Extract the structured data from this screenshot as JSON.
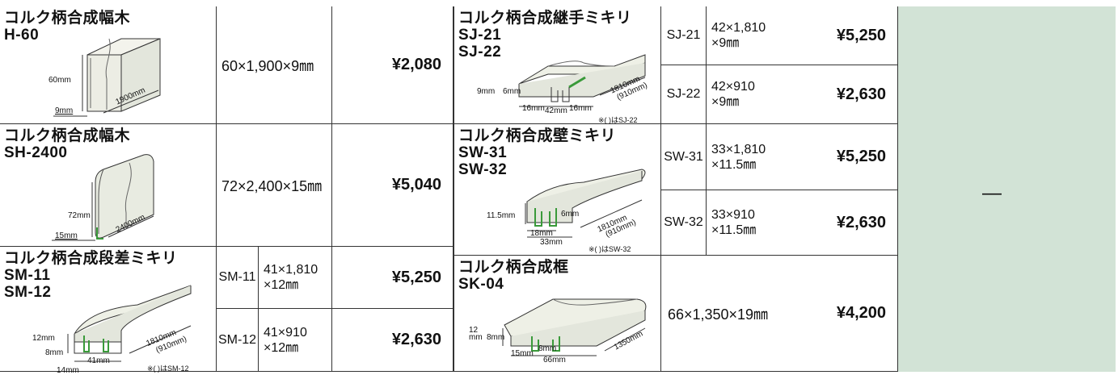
{
  "products": [
    {
      "name": "コルク柄合成幅木\nH-60",
      "dims": [
        "60mm",
        "9mm",
        "1900mm"
      ],
      "spec": "60×1,900×9㎜",
      "price": "¥2,080"
    },
    {
      "name": "コルク柄合成幅木\nSH-2400",
      "dims": [
        "72mm",
        "15mm",
        "2400mm"
      ],
      "spec": "72×2,400×15㎜",
      "price": "¥5,040"
    },
    {
      "name": "コルク柄合成段差ミキリ\nSM-11\nSM-12",
      "dims": [
        "12mm",
        "8mm",
        "41mm",
        "14mm",
        "1810mm",
        "(910mm)"
      ],
      "note": "※(  )はSM-12",
      "variants": [
        {
          "code": "SM-11",
          "spec1": "41×1,810",
          "spec2": "×12㎜",
          "price": "¥5,250"
        },
        {
          "code": "SM-12",
          "spec1": "41×910",
          "spec2": "×12㎜",
          "price": "¥2,630"
        }
      ]
    },
    {
      "name": "コルク柄合成継手ミキリ\nSJ-21\nSJ-22",
      "dims": [
        "9mm",
        "6mm",
        "16mm",
        "42mm",
        "16mm",
        "1810mm",
        "(910mm)"
      ],
      "note": "※(  )はSJ-22",
      "variants": [
        {
          "code": "SJ-21",
          "spec1": "42×1,810",
          "spec2": "×9㎜",
          "price": "¥5,250"
        },
        {
          "code": "SJ-22",
          "spec1": "42×910",
          "spec2": "×9㎜",
          "price": "¥2,630"
        }
      ]
    },
    {
      "name": "コルク柄合成壁ミキリ\nSW-31\nSW-32",
      "dims": [
        "11.5mm",
        "6mm",
        "18mm",
        "33mm",
        "1810mm",
        "(910mm)"
      ],
      "note": "※(  )はSW-32",
      "variants": [
        {
          "code": "SW-31",
          "spec1": "33×1,810",
          "spec2": "×11.5㎜",
          "price": "¥5,250"
        },
        {
          "code": "SW-32",
          "spec1": "33×910",
          "spec2": "×11.5㎜",
          "price": "¥2,630"
        }
      ]
    },
    {
      "name": "コルク柄合成框\nSK-04",
      "dims": [
        "12\nmm",
        "8mm",
        "15mm",
        "8mm",
        "66mm",
        "1350mm"
      ],
      "spec": "66×1,350×19㎜",
      "price": "¥4,200"
    }
  ],
  "side_panel": {
    "text": "—"
  },
  "colors": {
    "panel_green": "#d2e3d6",
    "accent_green": "#3a9a3a"
  }
}
